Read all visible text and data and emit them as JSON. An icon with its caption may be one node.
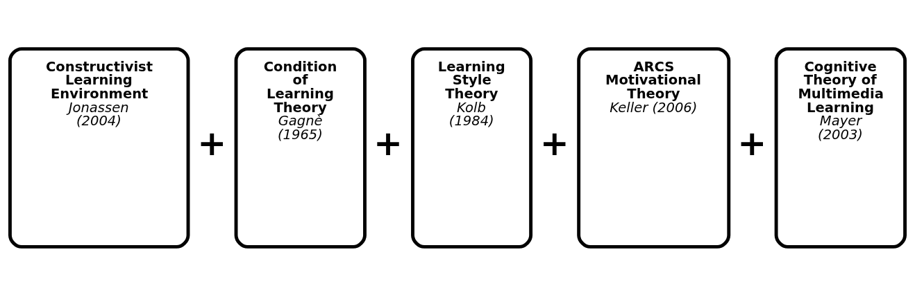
{
  "diagram": {
    "nodes": [
      {
        "text": [
          "Constructivist Learning Environment",
          "Jonassen (2004)"
        ]
      },
      {
        "text": [
          "Condition of Learning Theory",
          "Gagnè (1965)"
        ]
      },
      {
        "text": [
          "Learning Style Theory",
          "Kolb (1984)"
        ]
      },
      {
        "text": [
          "ARCS Motivational Theory",
          "Keller (2006)"
        ]
      },
      {
        "text": [
          "Cognitive Theory of Multimedia Learning",
          "Mayer (2003)"
        ]
      }
    ],
    "labels": [
      "+",
      "+",
      "+",
      "+"
    ]
  }
}
